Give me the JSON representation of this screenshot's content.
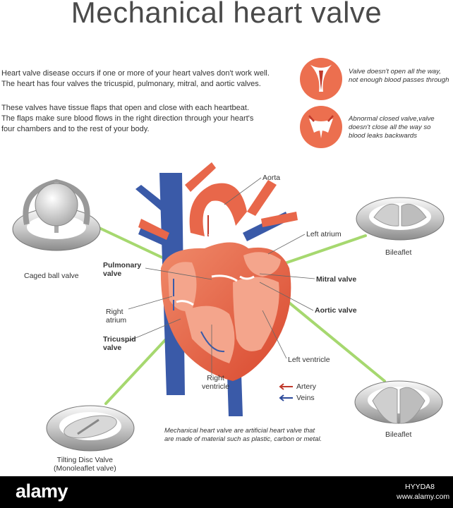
{
  "title": "Mechanical heart valve",
  "intro": {
    "para1": [
      "Heart valve disease occurs if one or more of your heart valves don't work well.",
      "The heart has four valves the tricuspid, pulmonary, mitral, and aortic valves."
    ],
    "para2": [
      "These valves have tissue flaps that open and close with each heartbeat.",
      "The flaps make sure blood flows in the right direction through your heart's",
      "four chambers and to the rest of your body."
    ]
  },
  "conditions": [
    {
      "icon": "stenosis-valve-icon",
      "lines": [
        "Valve doesn't open all the way,",
        "not enough blood passes through"
      ]
    },
    {
      "icon": "regurgitation-valve-icon",
      "lines": [
        "Abnormal closed valve,valve",
        "doesn't close all the way so",
        "blood leaks backwards"
      ]
    }
  ],
  "labels": {
    "aorta": "Aorta",
    "left_atrium": "Left atrium",
    "pulmonary_valve": [
      "Pulmonary",
      "valve"
    ],
    "mitral_valve": "Mitral valve",
    "aortic_valve": "Aortic valve",
    "right_atrium": [
      "Right",
      "atrium"
    ],
    "tricuspid_valve": [
      "Tricuspid",
      "valve"
    ],
    "left_ventricle": "Left ventricle",
    "right_ventricle": [
      "Right",
      "ventricle"
    ]
  },
  "valves": {
    "caged_ball": "Caged ball valve",
    "bileaflet_top": "Bileaflet",
    "bileaflet_bottom": "Bileaflet",
    "tilting_disc": [
      "Tilting Disc Valve",
      "(Monoleaflet valve)"
    ]
  },
  "legend": {
    "artery": "Artery",
    "veins": "Veins",
    "artery_color": "#c0392b",
    "veins_color": "#2c4a9a"
  },
  "caption": [
    "Mechanical heart valve are artificial heart valve that",
    "are made of material such as plastic, carbon or metal."
  ],
  "colors": {
    "heart": "#e8674a",
    "heart_light": "#f4a58c",
    "vein": "#3a5aa8",
    "accent_circle": "#ec6f4f",
    "pointer_green": "#a6d86f"
  },
  "watermark": "alamy",
  "footer": {
    "logo": "alamy",
    "image_id": "HYYDA8",
    "url": "www.alamy.com"
  }
}
